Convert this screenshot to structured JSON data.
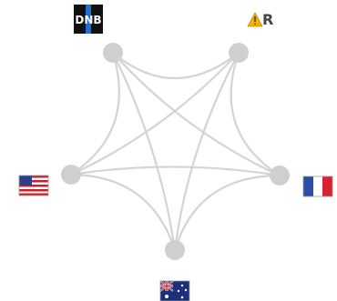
{
  "diagram": {
    "type": "network",
    "nodes": [
      {
        "id": "dnb",
        "label": "DNB",
        "icon": "dnb-logo-icon"
      },
      {
        "id": "ar",
        "label": "R",
        "icon": "warning-icon"
      },
      {
        "id": "us",
        "label": "",
        "icon": "us-flag-icon"
      },
      {
        "id": "fr",
        "label": "",
        "icon": "france-flag-icon"
      },
      {
        "id": "au",
        "label": "",
        "icon": "australia-flag-icon"
      }
    ],
    "edges": [
      [
        "dnb",
        "ar"
      ],
      [
        "dnb",
        "us"
      ],
      [
        "dnb",
        "fr"
      ],
      [
        "dnb",
        "au"
      ],
      [
        "ar",
        "us"
      ],
      [
        "ar",
        "fr"
      ],
      [
        "ar",
        "au"
      ],
      [
        "us",
        "fr"
      ],
      [
        "us",
        "au"
      ],
      [
        "fr",
        "au"
      ]
    ],
    "colors": {
      "edge": "#d4d4d4",
      "node": "#cfcfcf",
      "dnb_bg": "#111111",
      "dnb_stripe": "#1f6fd1",
      "warning": "#f2b400"
    }
  }
}
